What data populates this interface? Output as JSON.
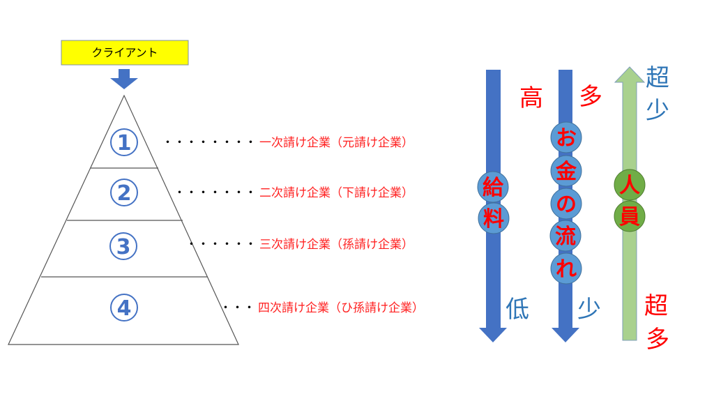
{
  "client": {
    "label": "クライアント"
  },
  "pyramid": {
    "tiers": [
      {
        "number": "1",
        "dots": "・・・・・・・・",
        "label": "一次請け企業（元請け企業）"
      },
      {
        "number": "2",
        "dots": "・・・・・・・",
        "label": "二次請け企業（下請け企業）"
      },
      {
        "number": "3",
        "dots": "・・・・・・",
        "label": "三次請け企業（孫請け企業）"
      },
      {
        "number": "4",
        "dots": "・・・",
        "label": "四次請け企業（ひ孫請け企業）"
      }
    ]
  },
  "arrows": {
    "salary": {
      "chars": [
        "給",
        "料"
      ],
      "top": "高",
      "bottom": "低"
    },
    "money_flow": {
      "chars": [
        "お",
        "金",
        "の",
        "流",
        "れ"
      ],
      "top": "多",
      "bottom": "少"
    },
    "staff": {
      "chars": [
        "人",
        "員"
      ],
      "top": [
        "超",
        "少"
      ],
      "bottom": [
        "超",
        "多"
      ]
    }
  },
  "colors": {
    "blue": "#4472c4",
    "circle_blue": "#5b9bd5",
    "green_arrow": "#a9d18e",
    "green_circle": "#70ad47",
    "red": "#ff0000",
    "label_blue": "#2e75b6",
    "yellow": "#ffff00"
  }
}
